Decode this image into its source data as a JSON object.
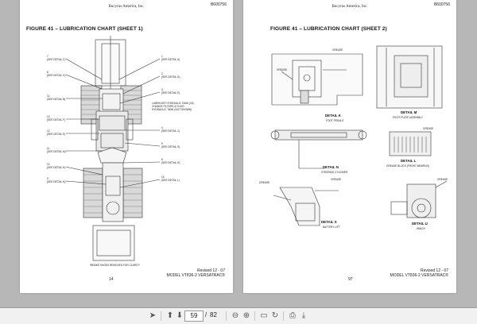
{
  "left_page": {
    "header_center": "Bucyrus America, Inc.",
    "header_right": "B600756",
    "figure_title": "FIGURE 41 – LUBRICATION CHART (SHEET 1)",
    "callouts_left": [
      "7",
      "(SEE DETAIL C)",
      "8",
      "(SEE DETAIL G)",
      "14",
      "(SEE DETAIL B)",
      "13",
      "(SEE DETAIL F)",
      "12",
      "(SEE DETAIL E)",
      "11",
      "(SEE DETAIL M)",
      "10",
      "(SEE DETAIL N)",
      "9",
      "(SEE DETAIL N)"
    ],
    "callouts_right": [
      "1",
      "(SEE DETAIL A)",
      "2",
      "(SEE DETAIL D)",
      "3",
      "(SEE DETAIL E)",
      "4",
      "(SEE DETAIL J)",
      "5",
      "(SEE DETAIL S)",
      "6",
      "(SEE DETAIL H)",
      "15",
      "(SEE DETAIL L)"
    ],
    "note_right": "LUBRICATE HYDRAULIC TANK (15)\nCHANGE FILTERS & FLUID\nHYDRAULIC TANK (NOT SHOWN)",
    "caption_bottom": "*BRAKE SHOES REMOVED FOR CLARITY",
    "page_number": "14",
    "footer_revised": "Revised 12 - 07",
    "footer_model": "MODEL VT836-2 VERSATRAC®"
  },
  "right_page": {
    "header_center": "Bucyrus America, Inc.",
    "header_right": "B600756",
    "figure_title": "FIGURE 41 – LUBRICATION CHART (SHEET 2)",
    "details": [
      {
        "title": "DETAIL K",
        "sub": "FOOT PEDALS"
      },
      {
        "title": "DETAIL M",
        "sub": "PIVOT PLATE ASSEMBLY"
      },
      {
        "title": "DETAIL N",
        "sub": "STEERING CYLINDER"
      },
      {
        "title": "DETAIL L",
        "sub": "GREASE BLOCK (FRONT BEARING)"
      },
      {
        "title": "DETAIL S",
        "sub": "BATTERY LIFT"
      },
      {
        "title": "DETAIL U",
        "sub": "WINCH"
      }
    ],
    "small_labels": [
      "GREASE",
      "GREASE",
      "GREASE",
      "GREASE",
      "GREASE",
      "GREASE"
    ],
    "page_number": "97",
    "footer_revised": "Revised 12 - 07",
    "footer_model": "MODEL VT836-2 VERSATRAC®"
  },
  "toolbar": {
    "current_page": "59",
    "page_separator": "/",
    "total_pages": "82",
    "icons": [
      "pointer-icon",
      "page-up-icon",
      "page-down-icon",
      "zoom-out-icon",
      "zoom-in-icon",
      "fit-page-icon",
      "rotate-icon",
      "print-icon",
      "download-icon"
    ]
  }
}
